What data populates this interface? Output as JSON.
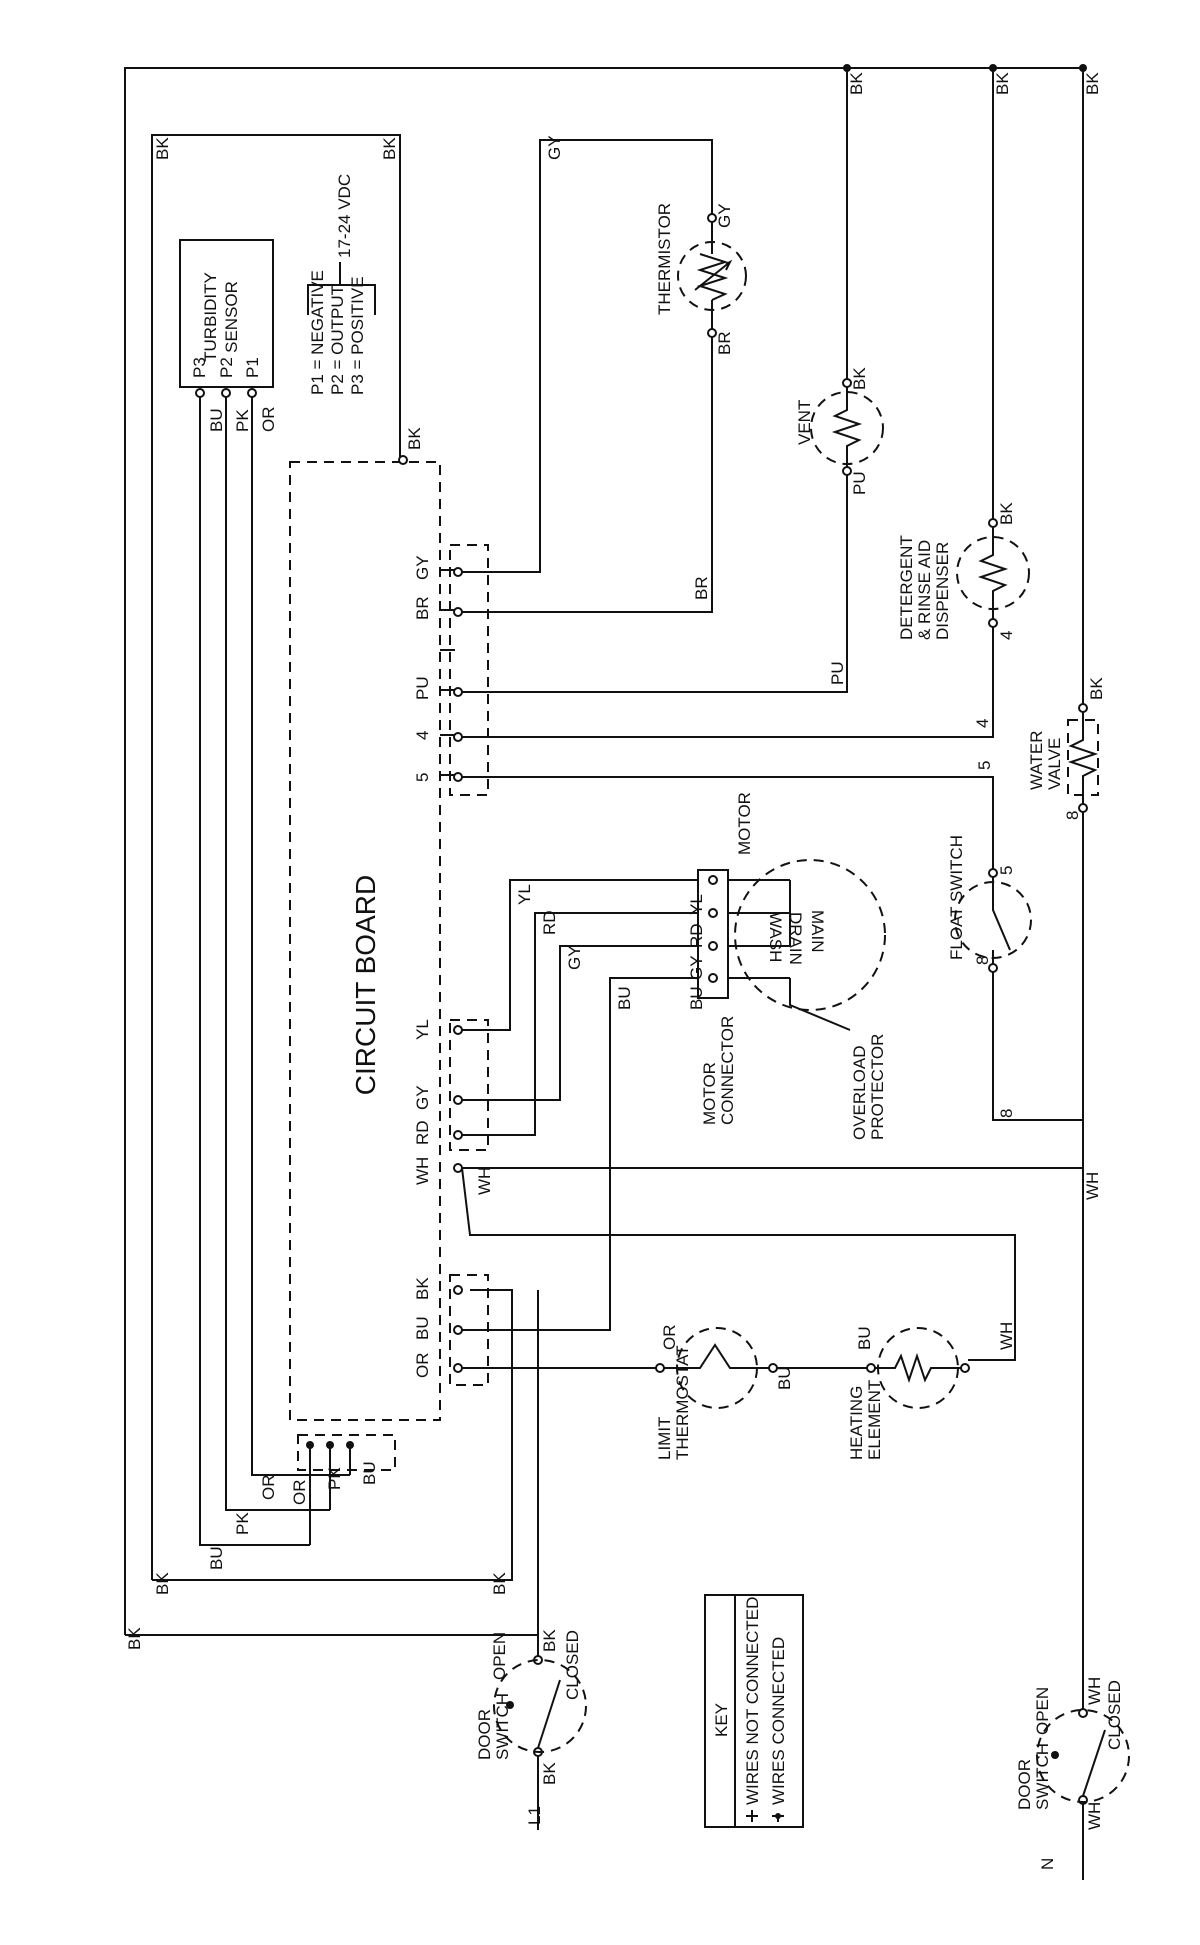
{
  "board": {
    "title": "CIRCUIT BOARD"
  },
  "sensor": {
    "title1": "TURBIDITY",
    "title2": "SENSOR",
    "pins": [
      "P3",
      "P2",
      "P1"
    ],
    "legend": [
      "P1 = NEGATIVE",
      "P2 = OUTPUT",
      "P3 = POSITIVE"
    ],
    "voltage": "17-24 VDC"
  },
  "colors": {
    "bk": "BK",
    "gy": "GY",
    "br": "BR",
    "pu": "PU",
    "yl": "YL",
    "rd": "RD",
    "wh": "WH",
    "bu": "BU",
    "pk": "PK",
    "or": "OR",
    "n4": "4",
    "n5": "5",
    "n8": "8"
  },
  "components": {
    "thermistor": "THERMISTOR",
    "vent": "VENT",
    "dispenser": [
      "DETERGENT",
      "& RINSE AID",
      "DISPENSER"
    ],
    "water_valve": [
      "WATER",
      "VALVE"
    ],
    "float_switch": "FLOAT SWITCH",
    "motor": "MOTOR",
    "windings": [
      "MAIN",
      "DRAIN",
      "WASH"
    ],
    "motor_connector": [
      "MOTOR",
      "CONNECTOR"
    ],
    "overload": [
      "OVERLOAD",
      "PROTECTOR"
    ],
    "limit_thermostat": [
      "LIMIT",
      "THERMOSTAT"
    ],
    "heating_element": [
      "HEATING",
      "ELEMENT"
    ],
    "door_switch": [
      "DOOR",
      "SWITCH"
    ],
    "open": "OPEN",
    "closed": "CLOSED",
    "l1": "L1",
    "n": "N"
  },
  "key": {
    "title": "KEY",
    "not_connected": "WIRES NOT CONNECTED",
    "connected": "WIRES CONNECTED"
  }
}
